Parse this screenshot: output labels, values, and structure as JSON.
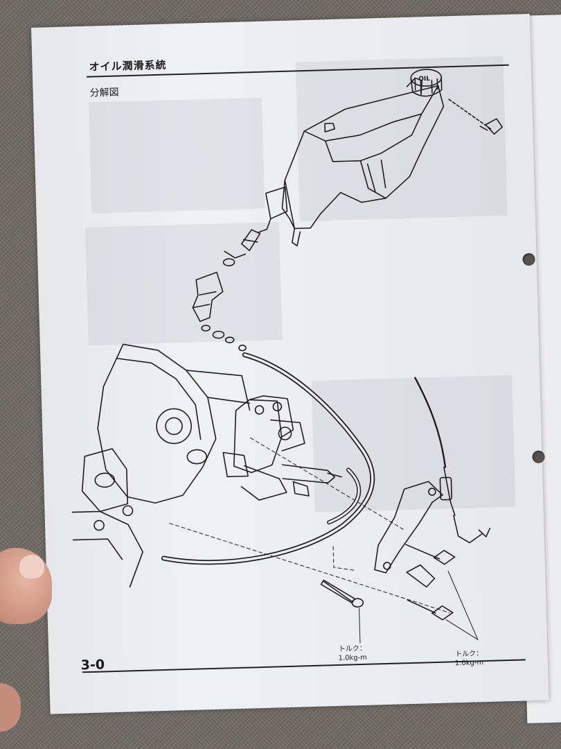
{
  "section": {
    "title": "オイル潤滑系統"
  },
  "subsection": {
    "title": "分解図"
  },
  "tank": {
    "cap_label": "OIL"
  },
  "torque_labels": [
    {
      "line1": "トルク：",
      "line2": "1.0kg-m"
    },
    {
      "line1": "トルク：",
      "line2": "1.0kg-m"
    }
  ],
  "footer": {
    "page_number": "3-0"
  },
  "colors": {
    "ink": "#1d1d1d",
    "paper": "#eef0f3",
    "background": "#716b66"
  }
}
